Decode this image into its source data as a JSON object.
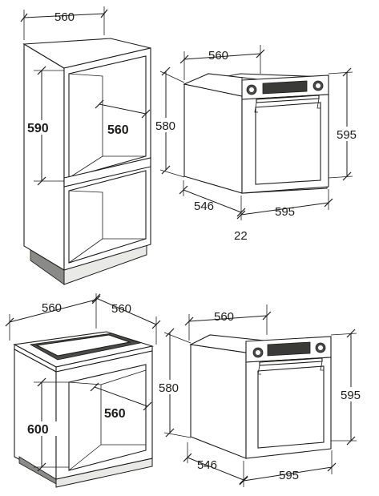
{
  "dimensions": {
    "tall_cabinet": {
      "top_width": "560",
      "niche_height": "590",
      "niche_depth": "560"
    },
    "oven_top": {
      "width": "560",
      "body_height": "580",
      "front_height": "595",
      "depth": "546",
      "front_width": "595",
      "fascia_offset": "22"
    },
    "under_counter": {
      "top_width": "560",
      "top_depth": "560",
      "niche_height": "600",
      "niche_depth": "560"
    },
    "oven_bottom": {
      "width": "560",
      "body_height": "580",
      "front_height": "595",
      "depth": "546",
      "front_width": "595"
    }
  }
}
